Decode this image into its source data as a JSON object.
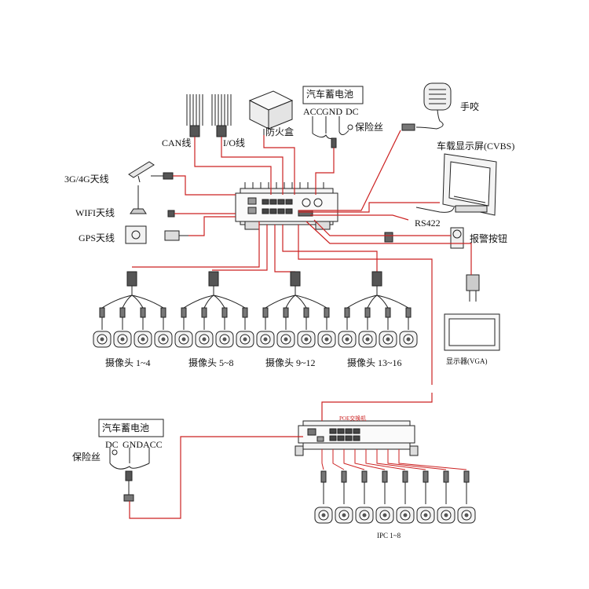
{
  "labels": {
    "can": "CAN线",
    "io": "I/O线",
    "fireproof": "防火盒",
    "battery_top": "汽车蓄电池",
    "acc": "ACC",
    "gnd": "GND",
    "dc": "DC",
    "fuse_top": "保险丝",
    "mic": "手咬",
    "monitor_cvbs": "车载显示屏(CVBS)",
    "ant_4g": "3G/4G天线",
    "ant_wifi": "WIFI天线",
    "ant_gps": "GPS天线",
    "rs422": "RS422",
    "alarm": "报警按钮",
    "cam_1_4": "摄像头 1~4",
    "cam_5_8": "摄像头 5~8",
    "cam_9_12": "摄像头 9~12",
    "cam_13_16": "摄像头 13~16",
    "monitor_vga": "显示器(VGA)",
    "poe_switch": "POE交换机",
    "battery_bottom": "汽车蓄电池",
    "dc_b": "DC",
    "gnd_b": "GND",
    "acc_b": "ACC",
    "fuse_bottom": "保险丝",
    "ipc": "IPC 1~8"
  },
  "colors": {
    "line": "#222222",
    "wire_red": "#cc2222",
    "device_fill": "#f3f3f3"
  }
}
